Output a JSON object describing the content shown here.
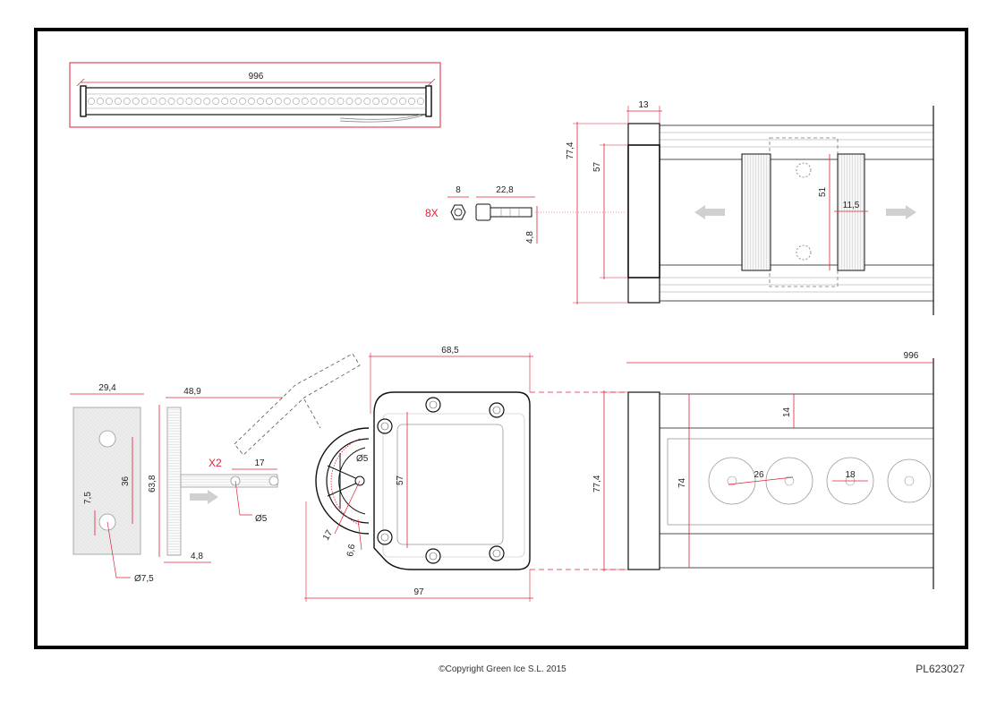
{
  "colors": {
    "dimension": "#e0213a",
    "outline": "#111111",
    "hidden": "#555555",
    "arrow": "#d0d0d0"
  },
  "overview": {
    "length": "996",
    "led_count": 38
  },
  "screw_detail": {
    "quantity": "8X",
    "nut_size": "8",
    "screw_length": "22,8",
    "screw_diameter": "4,8"
  },
  "side_view": {
    "end_cap_thickness": "13",
    "overall_height": "77,4",
    "inner_height": "57",
    "bracket_span": "51",
    "clamp_width": "11,5"
  },
  "plate_view": {
    "width": "29,4",
    "hole_spacing": "36",
    "hole_offset": "7,5",
    "hole_diameter": "Ø7,5"
  },
  "tee_view": {
    "length": "48,9",
    "height": "63,8",
    "quantity": "X2",
    "slot_spacing": "17",
    "hole_diameter": "Ø5",
    "thickness": "4,8"
  },
  "end_view": {
    "width": "68,5",
    "depth": "97",
    "inner_height": "57",
    "pivot_diameter": "Ø5",
    "arc_radius": "17",
    "offset": "6,6"
  },
  "front_view": {
    "length": "996",
    "overall_height": "77,4",
    "lens_height": "74",
    "rail_height": "14",
    "led_pitch": "26",
    "led_diameter": "18"
  },
  "footer": {
    "copyright": "©Copyright Green Ice S.L. 2015",
    "drawing_number": "PL623027"
  }
}
